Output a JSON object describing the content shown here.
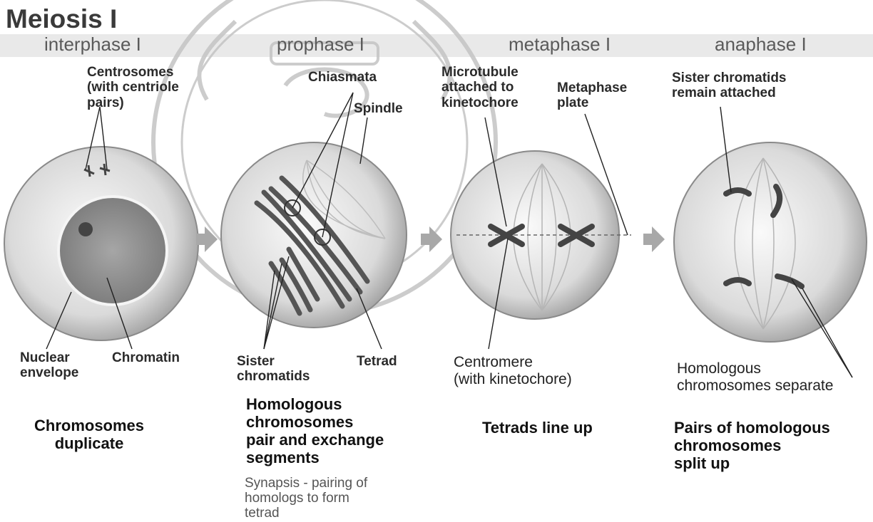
{
  "title": "Meiosis I",
  "phases": [
    "interphase I",
    "prophase I",
    "metaphase I",
    "anaphase I"
  ],
  "labels": {
    "centrosomes": "Centrosomes\n(with centriole\npairs)",
    "chiasmata": "Chiasmata",
    "spindle": "Spindle",
    "microtubule": "Microtubule\nattached to\nkinetochore",
    "metaphase_plate": "Metaphase\nplate",
    "sister_attached": "Sister chromatids\nremain attached",
    "nuclear_envelope": "Nuclear\nenvelope",
    "chromatin": "Chromatin",
    "sister_chromatids": "Sister\nchromatids",
    "tetrad": "Tetrad",
    "centromere": "Centromere\n(with kinetochore)",
    "homologous_separate": "Homologous\nchromosomes separate"
  },
  "captions": {
    "interphase": "Chromosomes\nduplicate",
    "prophase": "Homologous\nchromosomes\npair and exchange\nsegments",
    "metaphase": "Tetrads line up",
    "anaphase": "Pairs of homologous\nchromosomes\nsplit up"
  },
  "synapsis_note": "Synapsis - pairing of\nhomologs to form\ntetrad",
  "colors": {
    "cell_fill": "#d9d9d9",
    "arrow": "#a8a8a8",
    "chromosome": "#555555",
    "watermark": "#c8c8c8"
  }
}
